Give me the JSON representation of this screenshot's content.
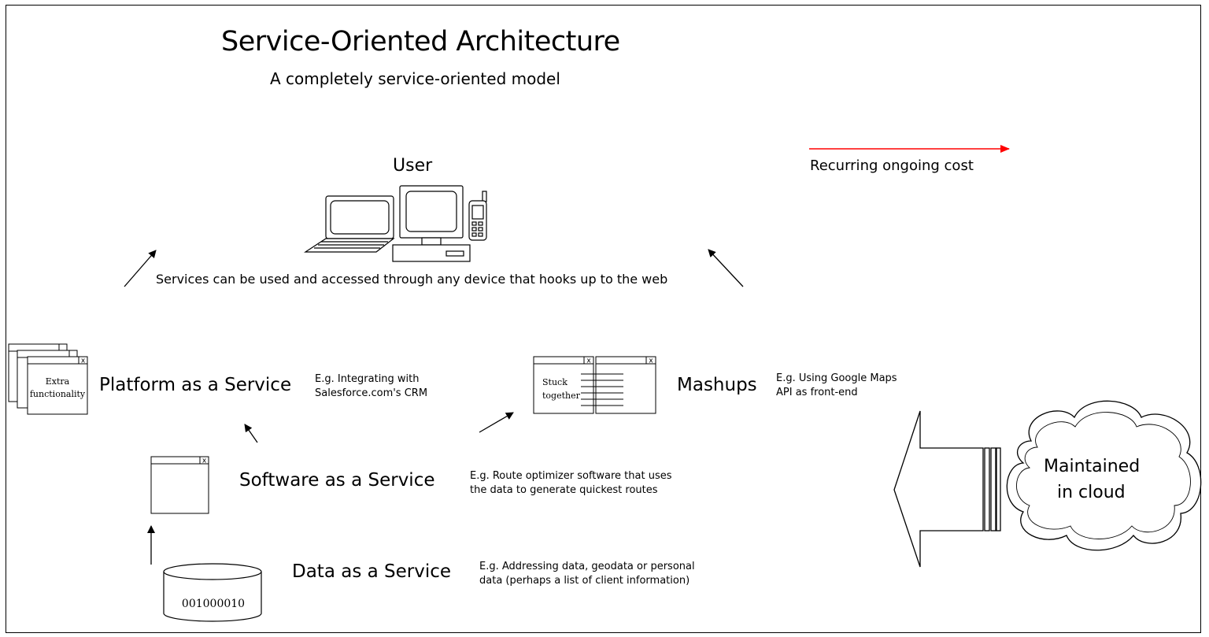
{
  "title": "Service-Oriented Architecture",
  "subtitle": "A completely service-oriented model",
  "legend": {
    "label": "Recurring ongoing cost",
    "color": "#ff0000"
  },
  "user": {
    "label": "User",
    "note": "Services can be used and accessed through any device that hooks up to the web"
  },
  "paas": {
    "label": "Platform as a Service",
    "example_line1": "E.g. Integrating with",
    "example_line2": "Salesforce.com's CRM",
    "icon_text_line1": "Extra",
    "icon_text_line2": "functionality",
    "close_glyph": "x"
  },
  "saas": {
    "label": "Software as a Service",
    "example_line1": "E.g. Route optimizer software that uses",
    "example_line2": "the data to generate quickest routes",
    "close_glyph": "x"
  },
  "daas": {
    "label": "Data as a Service",
    "example_line1": "E.g. Addressing data, geodata or personal",
    "example_line2": "data (perhaps a list of client information)",
    "db_text": "001000010"
  },
  "mashups": {
    "label": "Mashups",
    "example_line1": "E.g. Using Google Maps",
    "example_line2": "API as front-end",
    "icon_text_line1": "Stuck",
    "icon_text_line2": "together",
    "close_glyph": "x"
  },
  "cloud": {
    "line1": "Maintained",
    "line2": "in cloud"
  }
}
